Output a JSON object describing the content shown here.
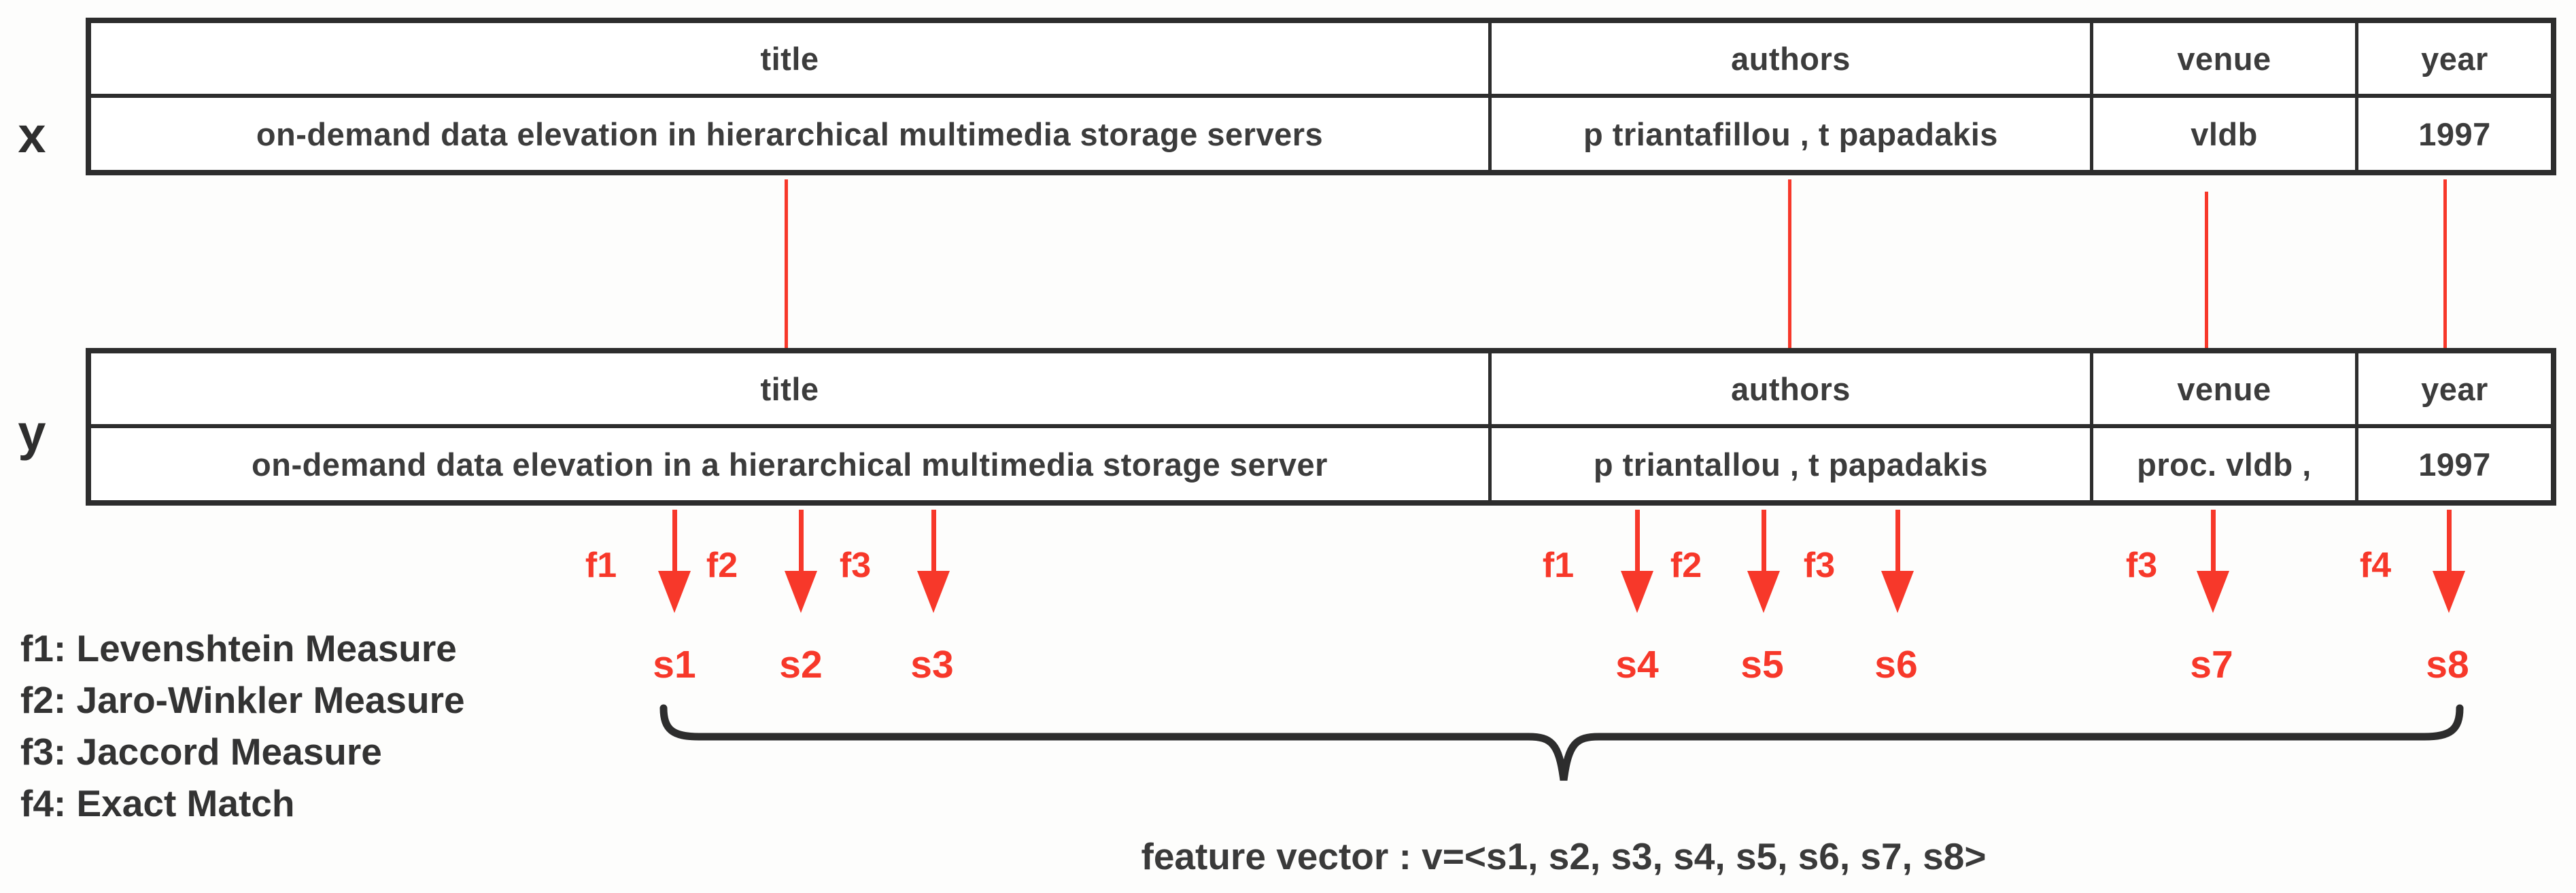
{
  "palette": {
    "accent_red": "#f7382a",
    "ink": "#3a3a3a",
    "table_border": "#2d2d2d",
    "background": "#fdfdfc"
  },
  "columns": {
    "headers": [
      "title",
      "authors",
      "venue",
      "year"
    ]
  },
  "records": {
    "x": {
      "label": "x",
      "title": "on-demand data elevation in hierarchical multimedia storage servers",
      "authors": "p triantafillou , t papadakis",
      "venue": "vldb",
      "year": "1997"
    },
    "y": {
      "label": "y",
      "title": "on-demand data elevation in a hierarchical multimedia storage server",
      "authors": "p triantallou , t papadakis",
      "venue": "proc. vldb ,",
      "year": "1997"
    }
  },
  "functions": {
    "title": [
      "f1",
      "f2",
      "f3"
    ],
    "authors": [
      "f1",
      "f2",
      "f3"
    ],
    "venue": [
      "f3"
    ],
    "year": [
      "f4"
    ]
  },
  "scores": {
    "title": [
      "s1",
      "s2",
      "s3"
    ],
    "authors": [
      "s4",
      "s5",
      "s6"
    ],
    "venue": [
      "s7"
    ],
    "year": [
      "s8"
    ]
  },
  "legend": {
    "items": [
      "f1: Levenshtein Measure",
      "f2: Jaro-Winkler Measure",
      "f3: Jaccord Measure",
      "f4: Exact Match"
    ]
  },
  "feature_vector": {
    "text": "feature vector : v=<s1, s2, s3, s4, s5, s6, s7, s8>"
  }
}
